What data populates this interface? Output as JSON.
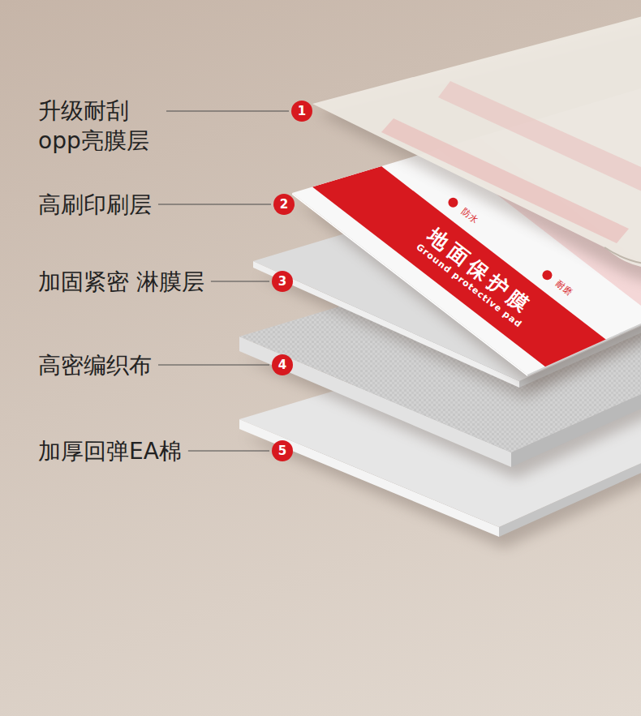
{
  "diagram": {
    "nodes": [
      {
        "text": [
          "1"
        ]
      },
      {
        "text": [
          "2"
        ]
      },
      {
        "text": [
          "3"
        ]
      },
      {
        "text": [
          "4"
        ]
      },
      {
        "text": [
          "5"
        ]
      }
    ],
    "labels": [
      "升级耐刮 opp亮膜层",
      "高刷印刷层",
      "加固紧密 淋膜层",
      "高密编织布",
      "加厚回弹EA棉",
      "地面保护膜",
      "Ground protective pad",
      "防水",
      "耐磨"
    ]
  }
}
